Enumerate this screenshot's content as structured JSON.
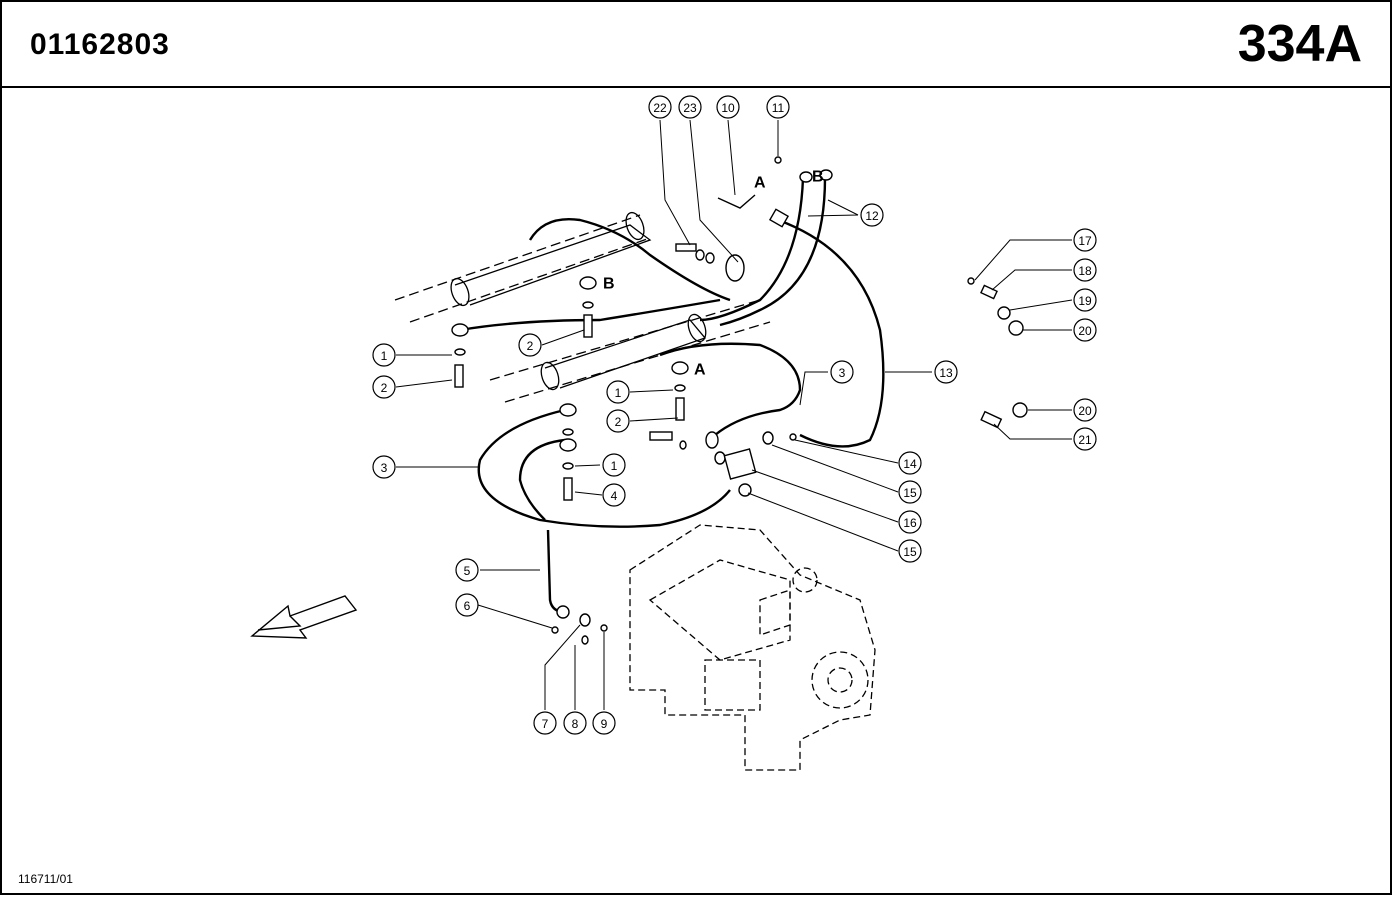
{
  "header": {
    "document_number": "01162803",
    "page_code": "334A"
  },
  "footer": {
    "drawing_reference": "116711/01"
  },
  "callouts": {
    "c1a": "1",
    "c2a": "2",
    "c2b": "2",
    "c1b": "1",
    "c2c": "2",
    "c3a": "3",
    "c3b": "3",
    "c1c": "1",
    "c4": "4",
    "c5": "5",
    "c6": "6",
    "c7": "7",
    "c8": "8",
    "c9": "9",
    "c10": "10",
    "c11": "11",
    "c12": "12",
    "c13": "13",
    "c14": "14",
    "c15a": "15",
    "c15b": "15",
    "c16": "16",
    "c17": "17",
    "c18": "18",
    "c19": "19",
    "c20a": "20",
    "c20b": "20",
    "c21": "21",
    "c22": "22",
    "c23": "23"
  },
  "port_labels": {
    "a_top": "A",
    "b_top": "B",
    "b_mid": "B",
    "a_mid": "A"
  }
}
